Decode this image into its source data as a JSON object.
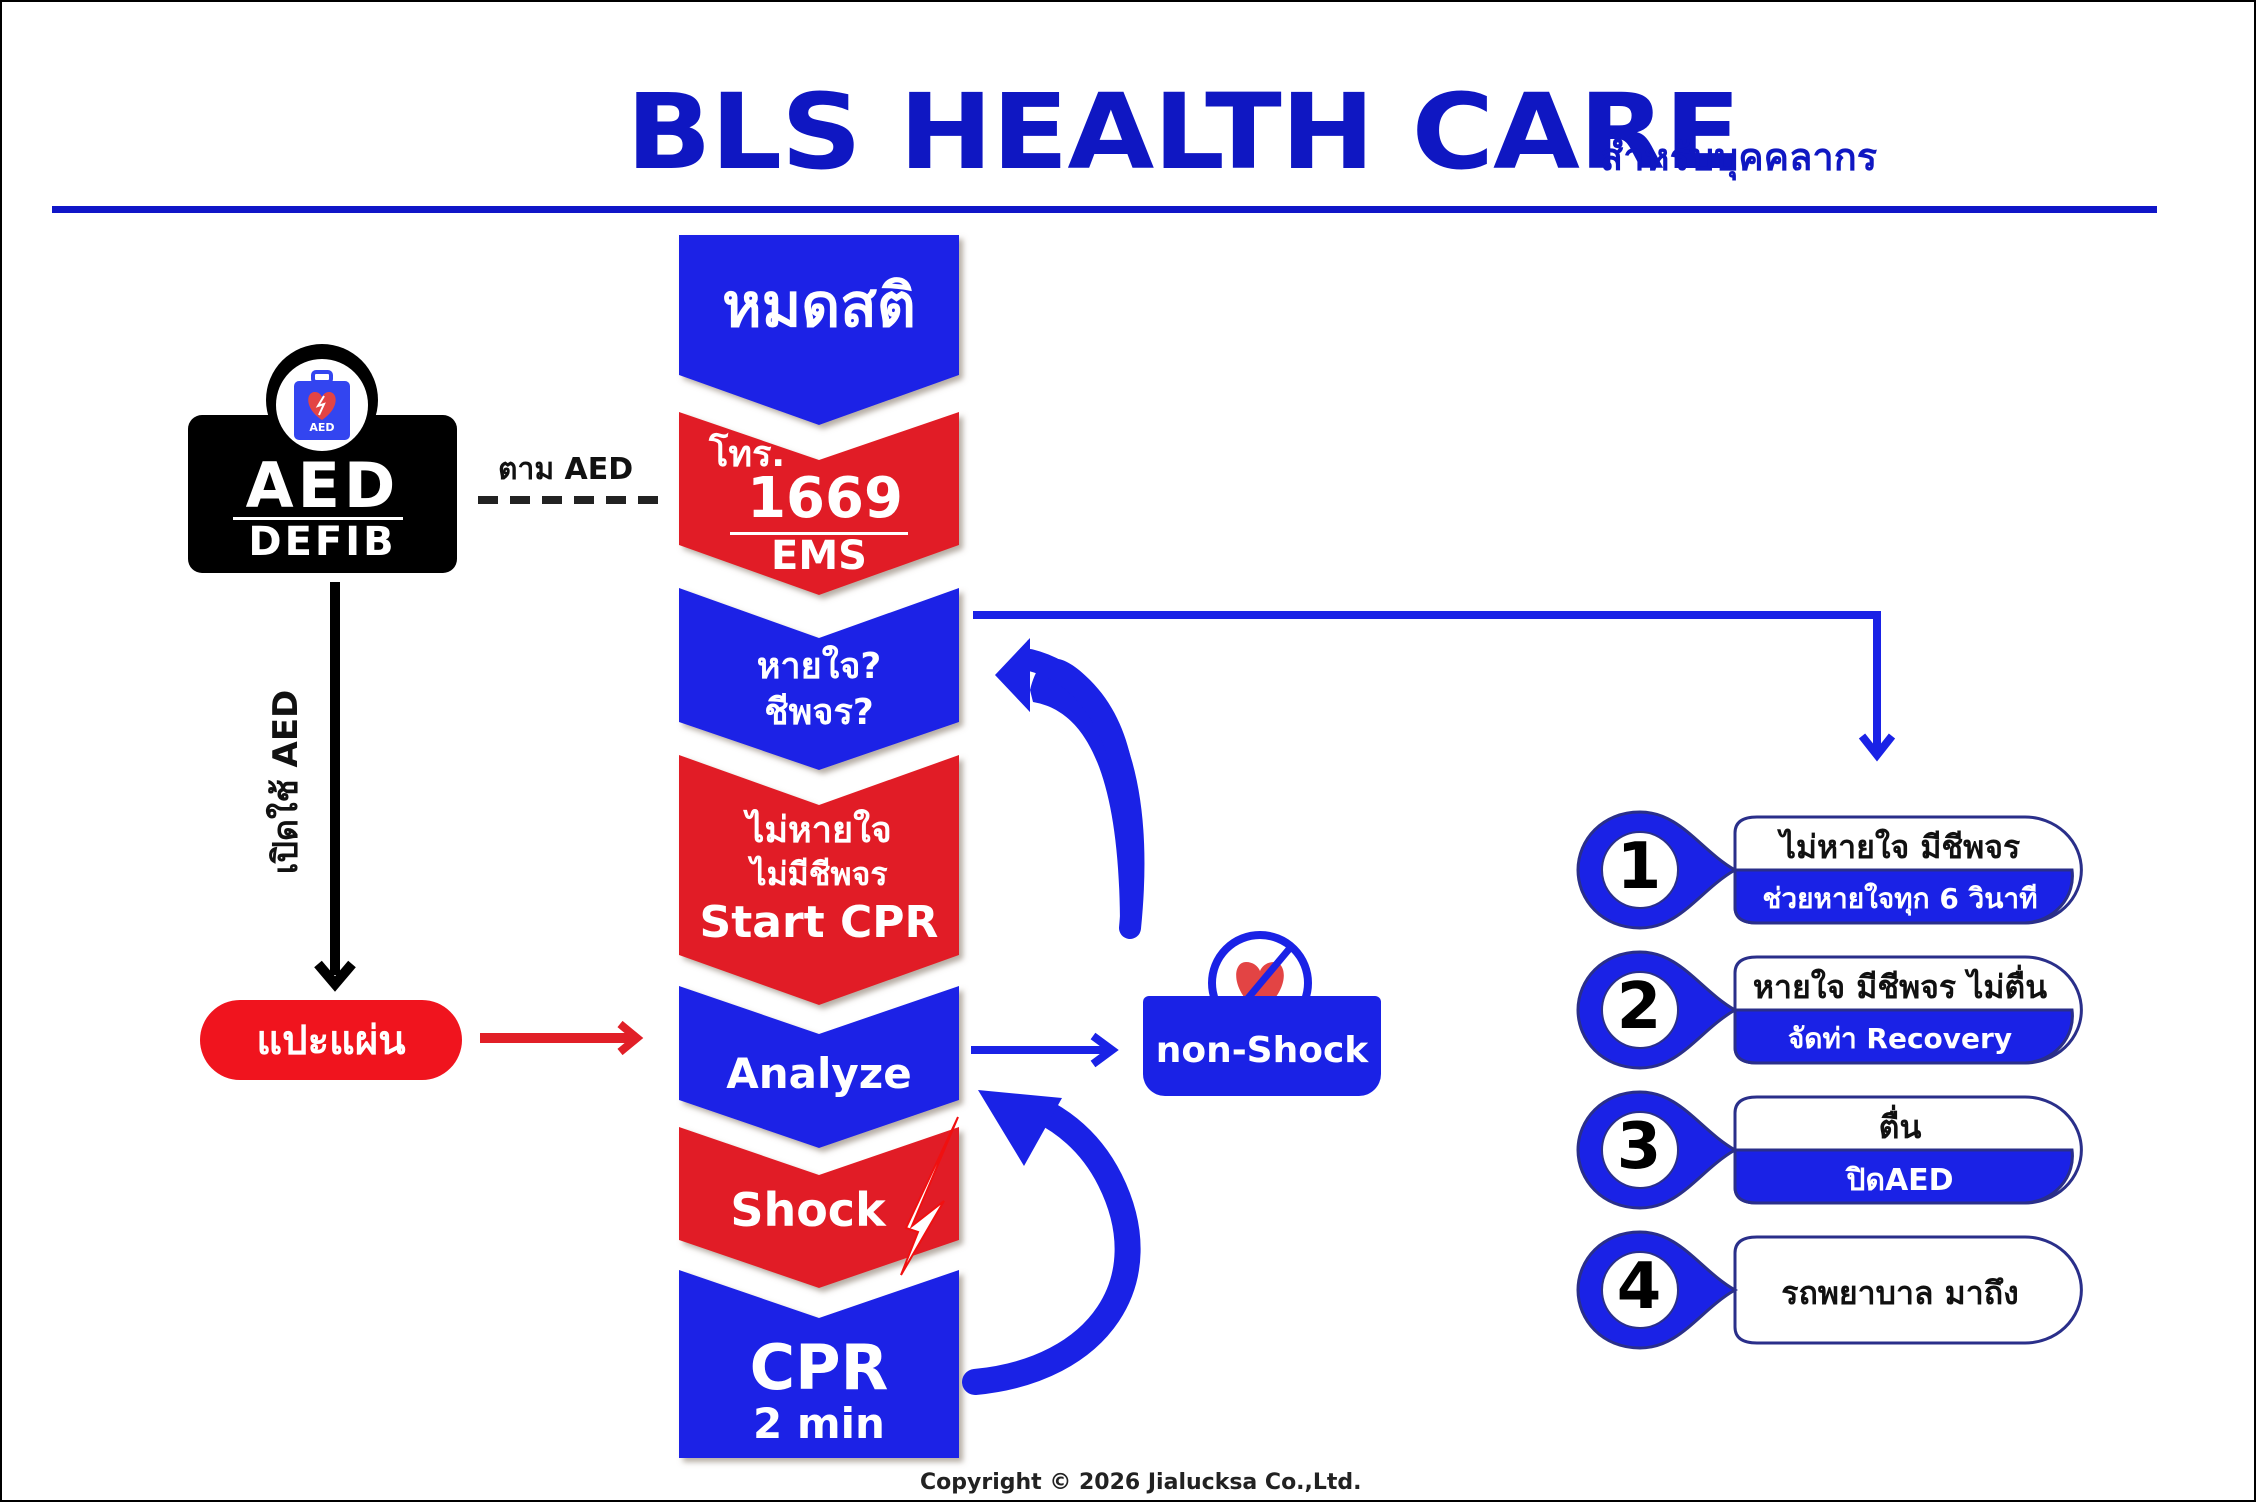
{
  "header": {
    "title": "BLS HEALTH CARE",
    "subtitle": "สำหรับบุคคลากร"
  },
  "colors": {
    "blue": "#1a22e6",
    "red": "#e11f27",
    "title_blue": "#0f17c2",
    "black": "#000000"
  },
  "aed_box": {
    "icon_label": "AED",
    "line1": "AED",
    "line2": "DEFIB"
  },
  "connectors": {
    "fetch_aed": "ตาม AED",
    "open_aed": "เปิดใช้ AED"
  },
  "pads_pill": "แปะแผ่น",
  "steps": [
    {
      "id": "unconscious",
      "color": "blue",
      "lines": [
        "หมดสติ"
      ]
    },
    {
      "id": "call",
      "color": "red",
      "lines": [
        "โทร.",
        "1669",
        "EMS"
      ]
    },
    {
      "id": "check",
      "color": "blue",
      "lines": [
        "หายใจ?",
        "ชีพจร?"
      ]
    },
    {
      "id": "start-cpr",
      "color": "red",
      "lines": [
        "ไม่หายใจ",
        "ไม่มีชีพจร",
        "Start CPR"
      ]
    },
    {
      "id": "analyze",
      "color": "blue",
      "lines": [
        "Analyze"
      ]
    },
    {
      "id": "shock",
      "color": "red",
      "lines": [
        "Shock"
      ]
    },
    {
      "id": "cpr",
      "color": "blue",
      "lines": [
        "CPR",
        "2 min"
      ]
    }
  ],
  "non_shock": {
    "label": "non-Shock",
    "icon": "no-shock-heart-icon"
  },
  "outcomes": [
    {
      "number": "1",
      "top": "ไม่หายใจ มีชีพจร",
      "bottom": "ช่วยหายใจทุก 6 วินาที"
    },
    {
      "number": "2",
      "top": "หายใจ มีชีพจร ไม่ตื่น",
      "bottom": "จัดท่า Recovery"
    },
    {
      "number": "3",
      "top": "ตื่น",
      "bottom": "ปิดAED"
    },
    {
      "number": "4",
      "top": "รถพยาบาล มาถึง",
      "bottom": ""
    }
  ],
  "footer": {
    "copyright": "Copyright © 2026 Jialucksa Co.,Ltd."
  }
}
